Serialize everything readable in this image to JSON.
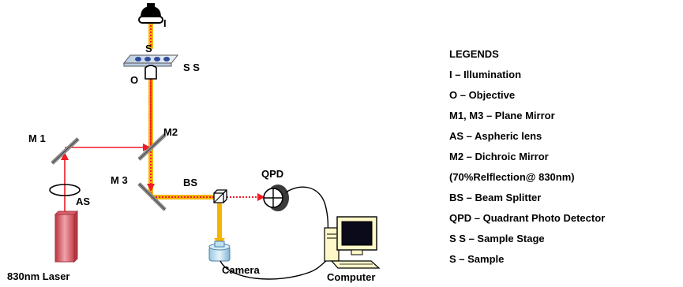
{
  "labels": {
    "illumination": "I",
    "sample": "S",
    "sample_stage": "S S",
    "objective": "O",
    "mirror1": "M 1",
    "mirror2": "M2",
    "mirror3": "M 3",
    "aspheric_lens": "AS",
    "beam_splitter": "BS",
    "qpd": "QPD",
    "camera": "Camera",
    "computer": "Computer",
    "laser": "830nm Laser"
  },
  "legend": {
    "title": "LEGENDS",
    "items": [
      "I – Illumination",
      "O – Objective",
      "M1, M3 – Plane Mirror",
      "AS – Aspheric lens",
      "M2 – Dichroic Mirror",
      "(70%Relflection@ 830nm)",
      "BS – Beam Splitter",
      "QPD – Quadrant Photo Detector",
      "S S – Sample Stage",
      "S – Sample"
    ]
  },
  "colors": {
    "laser_beam": "#ee1c24",
    "illumination_beam": "#f5b400",
    "laser_body": "#d9606a",
    "mirror": "#8c8c8c",
    "monitor": "#fff8c8",
    "sample_dot": "#2e4a9a"
  }
}
